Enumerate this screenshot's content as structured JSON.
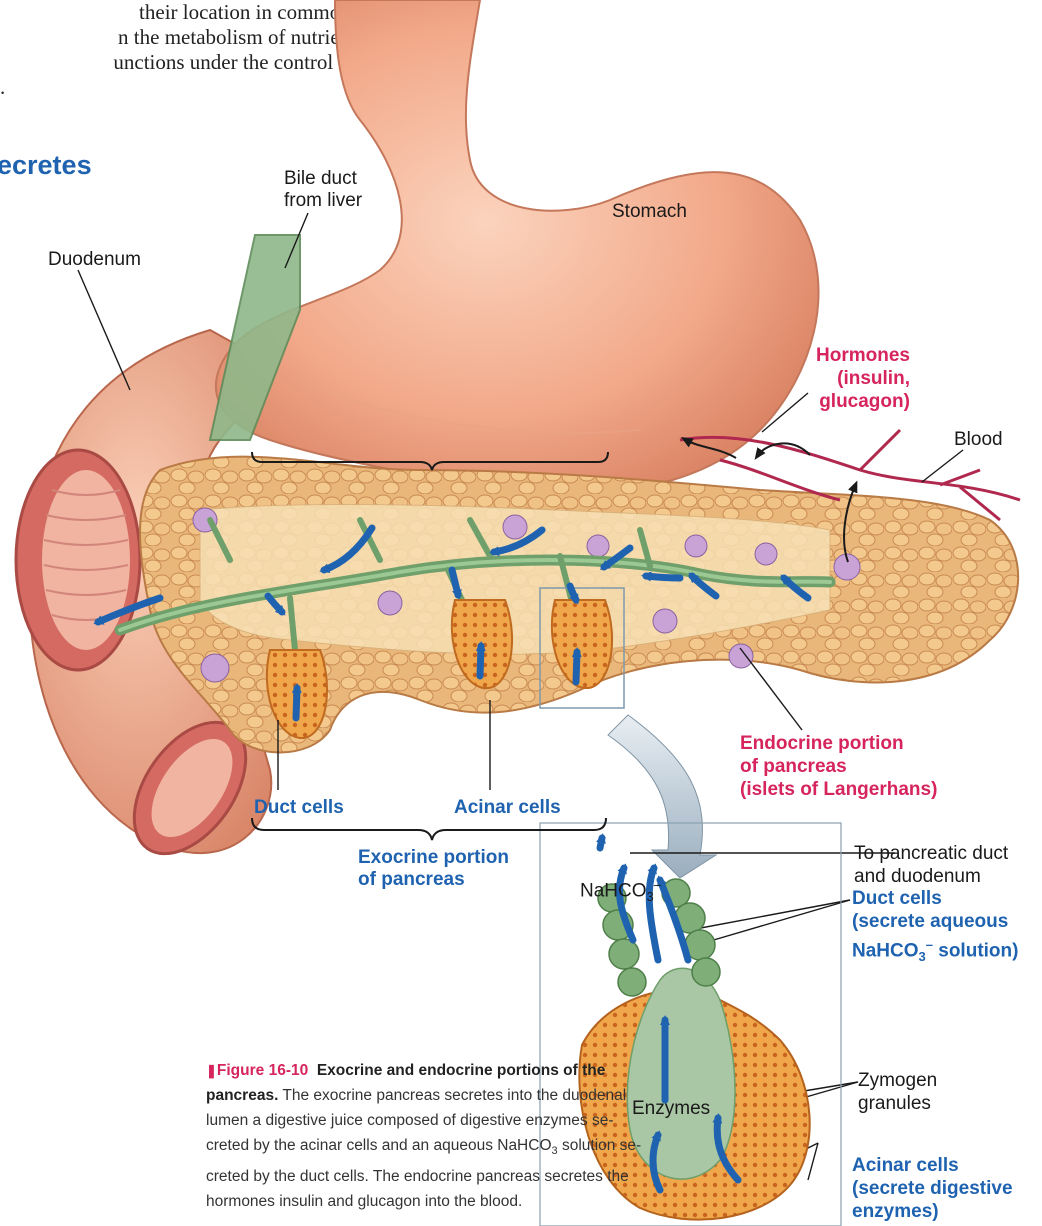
{
  "intro_lines": [
    "their location in common.",
    "n the metabolism of nutrient",
    "unctions under the control of",
    "."
  ],
  "heading": "ecretes",
  "labels": {
    "bile_duct": "Bile duct",
    "bile_duct_2": "from liver",
    "stomach": "Stomach",
    "duodenum": "Duodenum",
    "hormones_1": "Hormones",
    "hormones_2": "(insulin,",
    "hormones_3": "glucagon)",
    "blood": "Blood",
    "endocrine_1": "Endocrine portion",
    "endocrine_2": "of pancreas",
    "endocrine_3": "(islets of Langerhans)",
    "duct_cells": "Duct cells",
    "acinar_cells": "Acinar cells",
    "exocrine_1": "Exocrine portion",
    "exocrine_2": "of pancreas",
    "to_duct_1": "To pancreatic duct",
    "to_duct_2": "and duodenum",
    "nahco3": "NaHCO",
    "nahco3_sub": "3",
    "nahco3_sup": "–",
    "duct_cells_inset_1": "Duct cells",
    "duct_cells_inset_2": "(secrete aqueous",
    "duct_cells_inset_3a": "NaHCO",
    "duct_cells_inset_3sub": "3",
    "duct_cells_inset_3sup": "–",
    "duct_cells_inset_3b": " solution)",
    "zymogen_1": "Zymogen",
    "zymogen_2": "granules",
    "enzymes": "Enzymes",
    "acinar_inset_1": "Acinar cells",
    "acinar_inset_2": "(secrete digestive",
    "acinar_inset_3": "enzymes)"
  },
  "caption": {
    "marker": "❚",
    "fig_label": "Figure 16-10",
    "fig_title_1": "Exocrine and endocrine portions of the",
    "fig_title_2": "pancreas.",
    "text_1": " The exocrine pancreas secretes into the duodenal",
    "line_2": "lumen a digestive juice composed of digestive enzymes se-",
    "line_3a": "creted by the acinar cells and an aqueous NaHCO",
    "line_3sub": "3",
    "line_3b": " solution se-",
    "line_4": "creted by the duct cells. The endocrine pancreas secretes the",
    "line_5": "hormones insulin and glucagon into the blood."
  },
  "colors": {
    "blue_label": "#1f63b0",
    "red_label": "#d6245d",
    "stomach": "#f2a98a",
    "pancreas": "#f0c98a",
    "duct": "#6f9f6a",
    "arrow": "#1f63b0"
  }
}
